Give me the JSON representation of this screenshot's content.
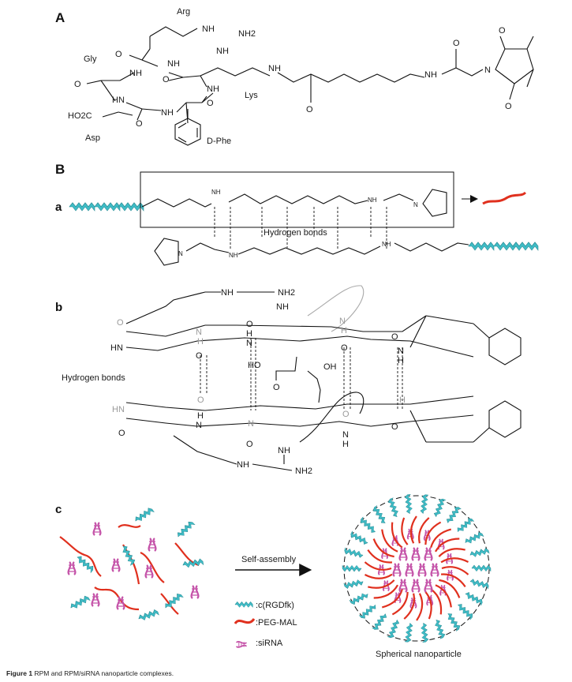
{
  "figure": {
    "caption_label": "Figure 1",
    "caption_text": "RPM and RPM/siRNA nanoparticle complexes."
  },
  "panel_a": {
    "label": "A",
    "residues": {
      "arg": "Arg",
      "gly": "Gly",
      "lys": "Lys",
      "asp": "Asp",
      "dphe": "D-Phe"
    },
    "atoms": {
      "nh": "NH",
      "nh2": "NH2",
      "o": "O",
      "n": "N",
      "hn": "HN",
      "ho2c": "HO2C"
    }
  },
  "panel_b": {
    "label": "B",
    "sub_a": "a",
    "sub_b": "b",
    "hbond_a": "Hydrogen bonds",
    "hbond_b": "Hydrogen bonds",
    "atoms": {
      "nh": "NH",
      "h": "H",
      "n": "N",
      "o": "O",
      "hn": "HN",
      "ho": "HO",
      "oh": "OH",
      "nh2": "NH2"
    }
  },
  "panel_c": {
    "label": "c",
    "arrow_label": "Self-assembly",
    "legend": [
      {
        "label": ":c(RGDfk)",
        "icon": "cyan-zigzag-icon",
        "color": "#3fbcc6"
      },
      {
        "label": ":PEG-MAL",
        "icon": "red-curve-icon",
        "color": "#e0301e"
      },
      {
        "label": ":siRNA",
        "icon": "purple-helix-icon",
        "color": "#c452a8"
      }
    ],
    "product_label": "Spherical nanoparticle"
  },
  "colors": {
    "rgd": "#3fbcc6",
    "peg": "#e0301e",
    "sirna": "#c452a8",
    "line": "#111111",
    "ghost": "#a8a8a8"
  }
}
